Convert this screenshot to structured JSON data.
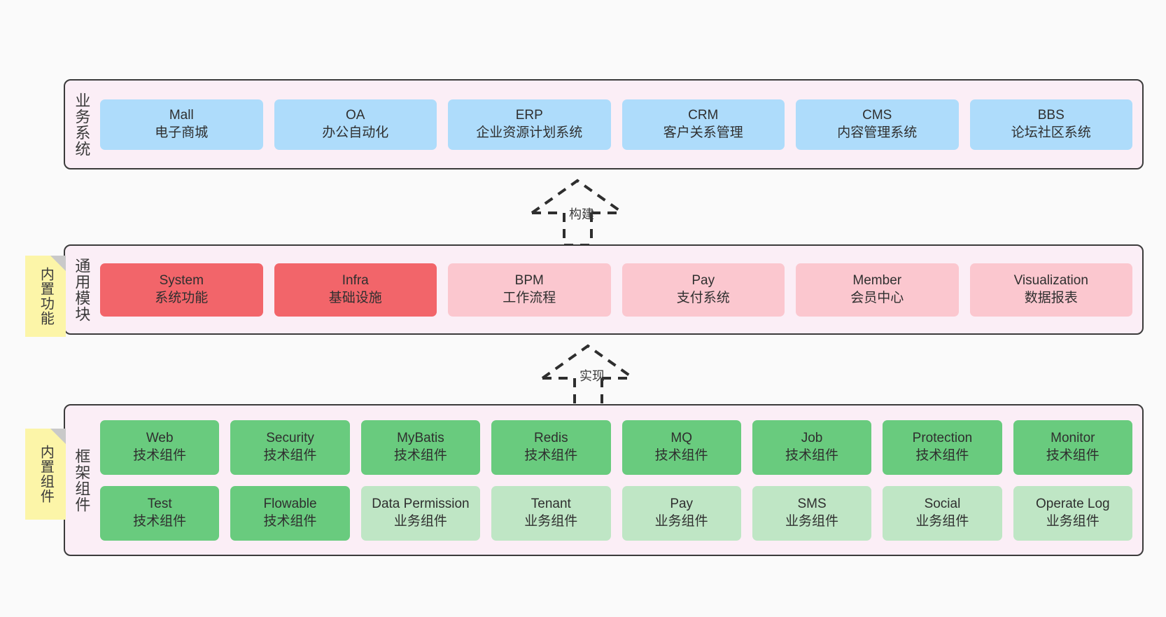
{
  "diagram": {
    "title_note_common": "内置功能",
    "title_note_framework": "内置组件",
    "colors": {
      "panel_bg": "#fbeef6",
      "panel_border": "#3b3b3b",
      "note_bg": "#fcf5a8",
      "blue": "#aedcfb",
      "red": "#f2656a",
      "pink": "#fbc7cf",
      "green": "#69cb7e",
      "light_green": "#bfe6c5",
      "canvas_bg": "#fafafa"
    }
  },
  "layers": {
    "business": {
      "title": "业务系统",
      "nodes": [
        {
          "name": "Mall",
          "desc": "电子商城"
        },
        {
          "name": "OA",
          "desc": "办公自动化"
        },
        {
          "name": "ERP",
          "desc": "企业资源计划系统"
        },
        {
          "name": "CRM",
          "desc": "客户关系管理"
        },
        {
          "name": "CMS",
          "desc": "内容管理系统"
        },
        {
          "name": "BBS",
          "desc": "论坛社区系统"
        }
      ]
    },
    "common": {
      "title": "通用模块",
      "nodes": [
        {
          "name": "System",
          "desc": "系统功能"
        },
        {
          "name": "Infra",
          "desc": "基础设施"
        },
        {
          "name": "BPM",
          "desc": "工作流程"
        },
        {
          "name": "Pay",
          "desc": "支付系统"
        },
        {
          "name": "Member",
          "desc": "会员中心"
        },
        {
          "name": "Visualization",
          "desc": "数据报表"
        }
      ]
    },
    "framework": {
      "title": "框架组件",
      "row1": [
        {
          "name": "Web",
          "desc": "技术组件"
        },
        {
          "name": "Security",
          "desc": "技术组件"
        },
        {
          "name": "MyBatis",
          "desc": "技术组件"
        },
        {
          "name": "Redis",
          "desc": "技术组件"
        },
        {
          "name": "MQ",
          "desc": "技术组件"
        },
        {
          "name": "Job",
          "desc": "技术组件"
        },
        {
          "name": "Protection",
          "desc": "技术组件"
        },
        {
          "name": "Monitor",
          "desc": "技术组件"
        }
      ],
      "row2": [
        {
          "name": "Test",
          "desc": "技术组件"
        },
        {
          "name": "Flowable",
          "desc": "技术组件"
        },
        {
          "name": "Data Permission",
          "desc": "业务组件"
        },
        {
          "name": "Tenant",
          "desc": "业务组件"
        },
        {
          "name": "Pay",
          "desc": "业务组件"
        },
        {
          "name": "SMS",
          "desc": "业务组件"
        },
        {
          "name": "Social",
          "desc": "业务组件"
        },
        {
          "name": "Operate Log",
          "desc": "业务组件"
        }
      ]
    }
  },
  "connectors": [
    {
      "id": "build",
      "label": "构建",
      "from": "common",
      "to": "business",
      "style": "dashed-generalization"
    },
    {
      "id": "implement",
      "label": "实现",
      "from": "framework",
      "to": "common",
      "style": "dashed-generalization"
    }
  ]
}
